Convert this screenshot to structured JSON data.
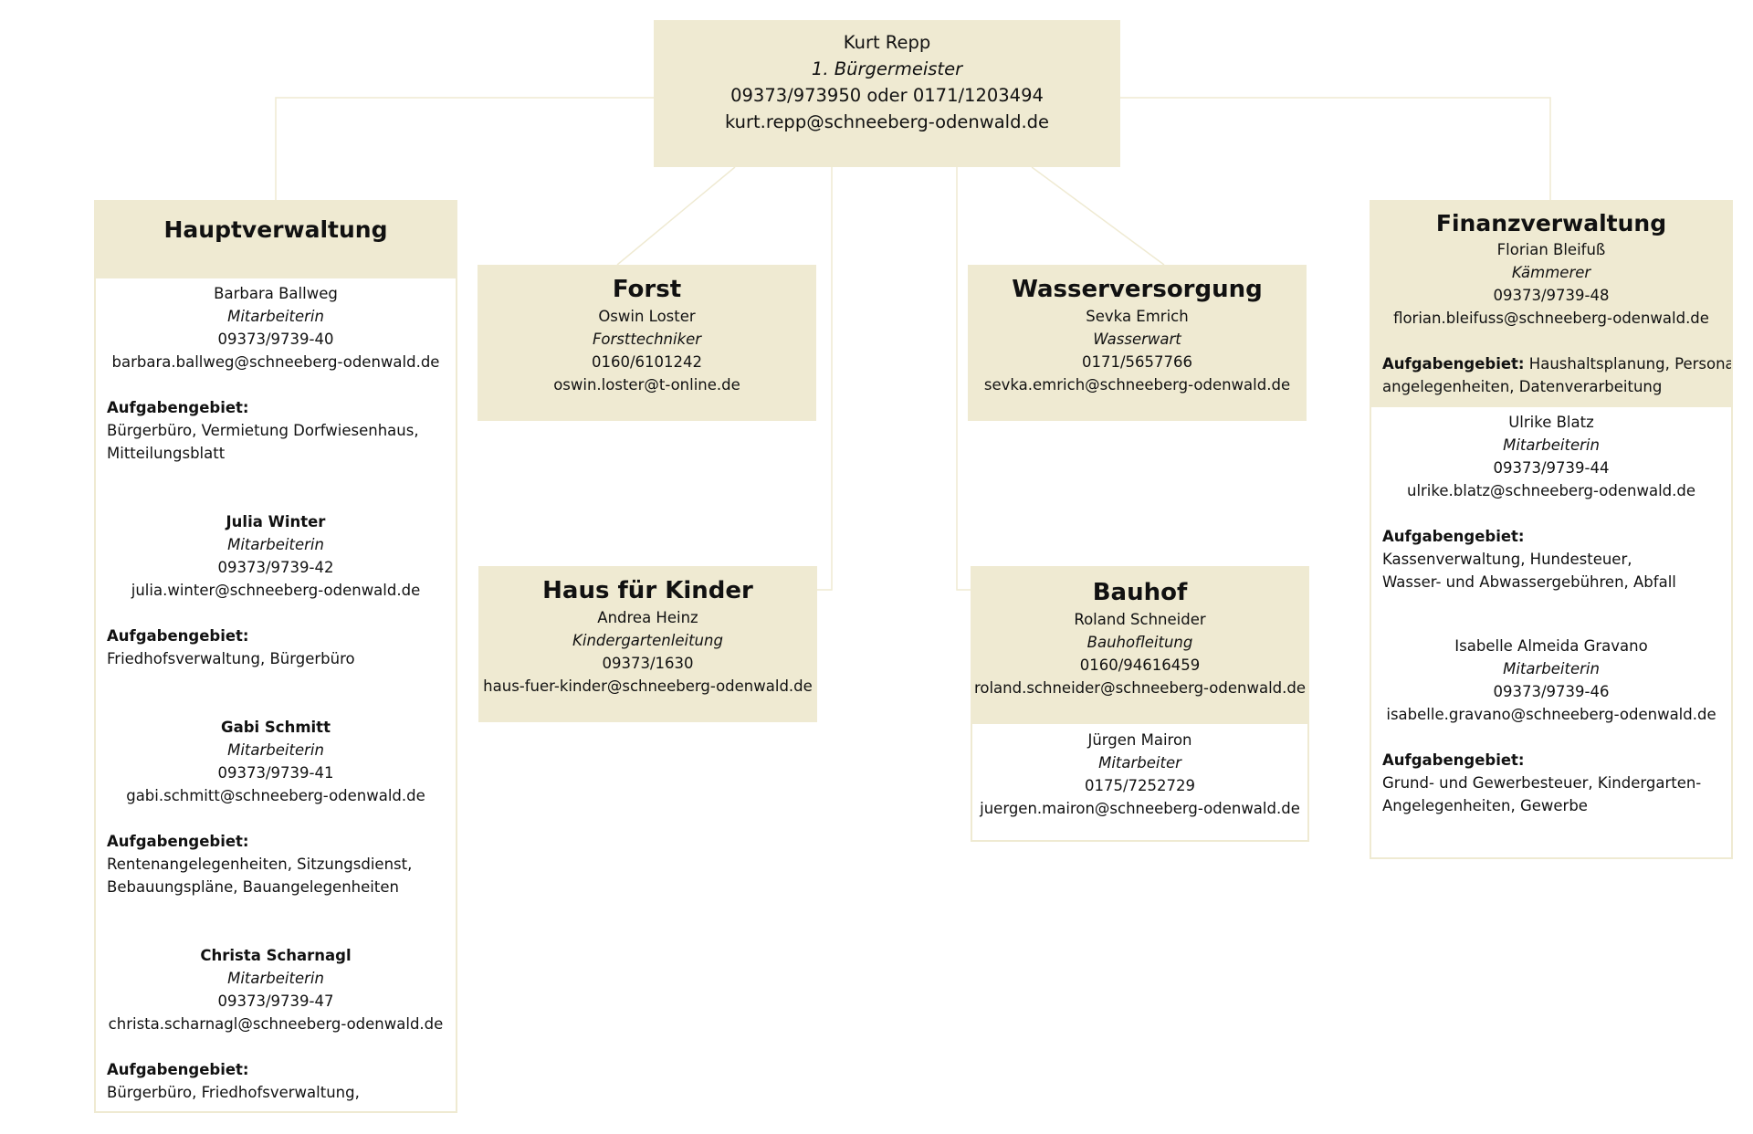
{
  "top": {
    "name": "Kurt Repp",
    "role": "1. Bürgermeister",
    "phone": "09373/973950 oder 0171/1203494",
    "email": "kurt.repp@schneeberg-odenwald.de"
  },
  "hauptverwaltung": {
    "title": "Hauptverwaltung",
    "task_label": "Aufgabengebiet:",
    "people": [
      {
        "name": "Barbara Ballweg",
        "role": "Mitarbeiterin",
        "phone": "09373/9739-40",
        "email": "barbara.ballweg@schneeberg-odenwald.de",
        "tasks": [
          "Bürgerbüro, Vermietung Dorfwiesenhaus,",
          "Mitteilungsblatt"
        ]
      },
      {
        "name": "Julia Winter",
        "role": "Mitarbeiterin",
        "phone": "09373/9739-42",
        "email": "julia.winter@schneeberg-odenwald.de",
        "tasks": [
          "Friedhofsverwaltung, Bürgerbüro"
        ]
      },
      {
        "name": "Gabi Schmitt",
        "role": "Mitarbeiterin",
        "phone": "09373/9739-41",
        "email": "gabi.schmitt@schneeberg-odenwald.de",
        "tasks": [
          "Rentenangelegenheiten, Sitzungsdienst,",
          "Bebauungspläne, Bauangelegenheiten"
        ]
      },
      {
        "name": "Christa Scharnagl",
        "role": "Mitarbeiterin",
        "phone": "09373/9739-47",
        "email": "christa.scharnagl@schneeberg-odenwald.de",
        "tasks": [
          "Bürgerbüro, Friedhofsverwaltung,"
        ]
      }
    ]
  },
  "forst": {
    "title": "Forst",
    "name": "Oswin Loster",
    "role": "Forsttechniker",
    "phone": "0160/6101242",
    "email": "oswin.loster@t-online.de"
  },
  "haus_fuer_kinder": {
    "title": "Haus für Kinder",
    "name": "Andrea Heinz",
    "role": "Kindergartenleitung",
    "phone": "09373/1630",
    "email": "haus-fuer-kinder@schneeberg-odenwald.de"
  },
  "wasserversorgung": {
    "title": "Wasserversorgung",
    "name": "Sevka Emrich",
    "role": "Wasserwart",
    "phone": "0171/5657766",
    "email": "sevka.emrich@schneeberg-odenwald.de"
  },
  "bauhof": {
    "title": "Bauhof",
    "name": "Roland Schneider",
    "role": "Bauhofleitung",
    "phone": "0160/94616459",
    "email": "roland.schneider@schneeberg-odenwald.de",
    "staff": {
      "name": "Jürgen Mairon",
      "role": "Mitarbeiter",
      "phone": "0175/7252729",
      "email": "juergen.mairon@schneeberg-odenwald.de"
    }
  },
  "finanzverwaltung": {
    "title": "Finanzverwaltung",
    "name": "Florian Bleifuß",
    "role": "Kämmerer",
    "phone": "09373/9739-48",
    "email": "florian.bleifuss@schneeberg-odenwald.de",
    "task_label": "Aufgabengebiet:",
    "tasks": [
      "Haushaltsplanung, Personal-",
      "angelegenheiten, Datenverarbeitung"
    ],
    "staff": [
      {
        "name": "Ulrike Blatz",
        "role": "Mitarbeiterin",
        "phone": "09373/9739-44",
        "email": "ulrike.blatz@schneeberg-odenwald.de",
        "tasks": [
          "Kassenverwaltung, Hundesteuer,",
          "Wasser- und Abwassergebühren, Abfall"
        ]
      },
      {
        "name": "Isabelle Almeida Gravano",
        "role": "Mitarbeiterin",
        "phone": "09373/9739-46",
        "email": "isabelle.gravano@schneeberg-odenwald.de",
        "tasks": [
          "Grund- und Gewerbesteuer, Kindergarten-",
          "Angelegenheiten, Gewerbe"
        ]
      }
    ]
  },
  "colors": {
    "box_fill": "#efead2",
    "connector": "#efead2"
  }
}
